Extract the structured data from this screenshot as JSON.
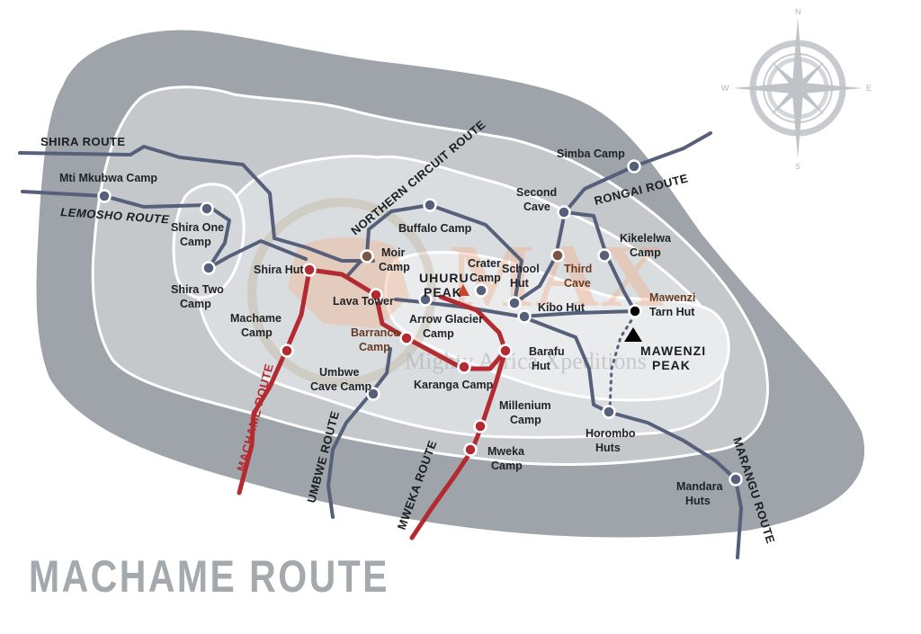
{
  "title": "MACHAME ROUTE",
  "watermark": {
    "logo": "MAX",
    "text": "Mighty Africa Xpeditions"
  },
  "compass": {
    "n": "N",
    "s": "S",
    "e": "E",
    "w": "W"
  },
  "colors": {
    "outer_zone": "#9ea4a9",
    "middle_zone": "#c4c8cb",
    "inner_zone": "#dadde0",
    "summit_zone": "#e9ebed",
    "route_gray": "#56607a",
    "route_red": "#b32a30",
    "title_gray": "#a4a9ad",
    "watermark_orange": "#e8a07a"
  },
  "routes": {
    "shira": "SHIRA ROUTE",
    "lemosho": "LEMOSHO ROUTE",
    "northern_circuit": "NORTHERN CIRCUIT ROUTE",
    "rongai": "RONGAI ROUTE",
    "machame": "MACHAME ROUTE",
    "umbwe": "UMBWE ROUTE",
    "mweka": "MWEKA ROUTE",
    "marangu": "MARANGU ROUTE"
  },
  "peaks": {
    "uhuru_1": "UHURU",
    "uhuru_2": "PEAK",
    "mawenzi_1": "MAWENZI",
    "mawenzi_2": "PEAK"
  },
  "camps": {
    "mti_mkubwa": "Mti Mkubwa Camp",
    "shira_one_1": "Shira One",
    "shira_one_2": "Camp",
    "shira_two_1": "Shira Two",
    "shira_two_2": "Camp",
    "shira_hut": "Shira Hut",
    "machame_1": "Machame",
    "machame_2": "Camp",
    "moir_1": "Moir",
    "moir_2": "Camp",
    "buffalo": "Buffalo Camp",
    "lava_tower": "Lava Tower",
    "arrow_1": "Arrow Glacier",
    "arrow_2": "Camp",
    "barranco_1": "Barranco",
    "barranco_2": "Camp",
    "umbwe_1": "Umbwe",
    "umbwe_2": "Cave Camp",
    "karanga": "Karanga Camp",
    "crater_1": "Crater",
    "crater_2": "Camp",
    "school_1": "School",
    "school_2": "Hut",
    "barafu_1": "Barafu",
    "barafu_2": "Hut",
    "millenium_1": "Millenium",
    "millenium_2": "Camp",
    "mweka_1": "Mweka",
    "mweka_2": "Camp",
    "kibo": "Kibo Hut",
    "second_cave_1": "Second",
    "second_cave_2": "Cave",
    "third_cave_1": "Third",
    "third_cave_2": "Cave",
    "simba": "Simba Camp",
    "kikelelwa_1": "Kikelelwa",
    "kikelelwa_2": "Camp",
    "mawenzi_tarn_1": "Mawenzi",
    "mawenzi_tarn_2": "Tarn Hut",
    "horombo_1": "Horombo",
    "horombo_2": "Huts",
    "mandara_1": "Mandara",
    "mandara_2": "Huts"
  }
}
